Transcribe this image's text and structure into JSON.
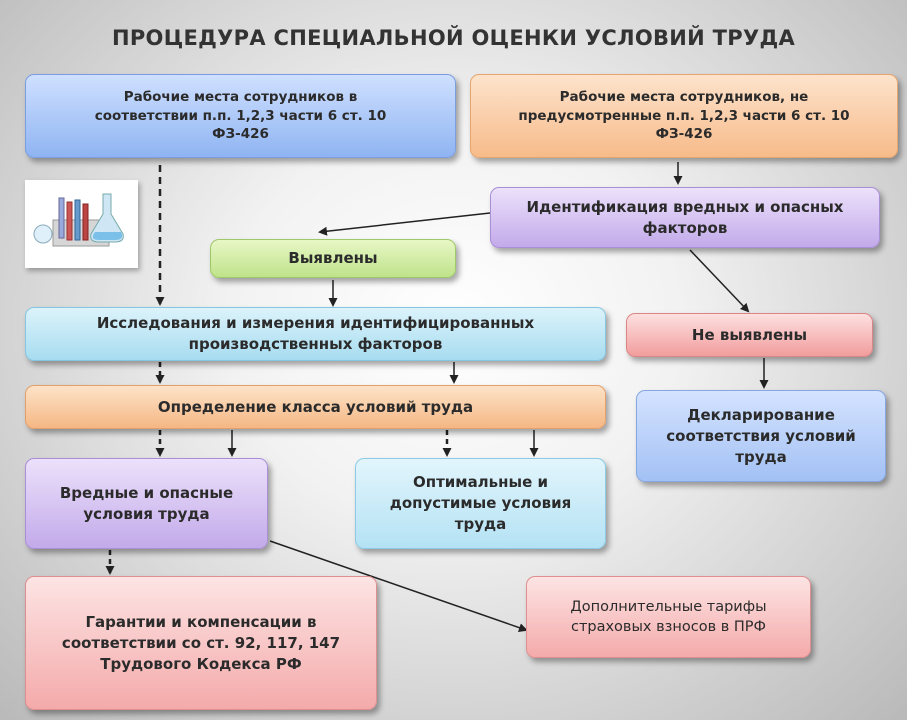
{
  "title": "ПРОЦЕДУРА СПЕЦИАЛЬНОЙ ОЦЕНКИ УСЛОВИЙ ТРУДА",
  "boxes": {
    "workplaces_listed": "Рабочие места сотрудников в\nсоответствии п.п. 1,2,3 части 6 ст. 10\nФЗ-426",
    "workplaces_not_listed": "Рабочие места сотрудников, не\nпредусмотренные п.п. 1,2,3 части 6 ст. 10\nФЗ-426",
    "identification": "Идентификация вредных и опасных\nфакторов",
    "detected": "Выявлены",
    "research": "Исследования и измерения идентифицированных\nпроизводственных факторов",
    "not_detected": "Не выявлены",
    "class_determination": "Определение класса условий труда",
    "declaration": "Декларирование\nсоответствия условий\nтруда",
    "harmful": "Вредные и опасные\nусловия труда",
    "optimal": "Оптимальные и\nдопустимые условия\nтруда",
    "guarantees": "Гарантии и компенсации в\nсоответствии со ст.  92, 117, 147\nТрудового  Кодекса РФ",
    "tariffs": "Дополнительные тарифы\nстраховых взносов в ПРФ"
  },
  "decor": {
    "lab_image": "laboratory-glassware-illustration"
  }
}
